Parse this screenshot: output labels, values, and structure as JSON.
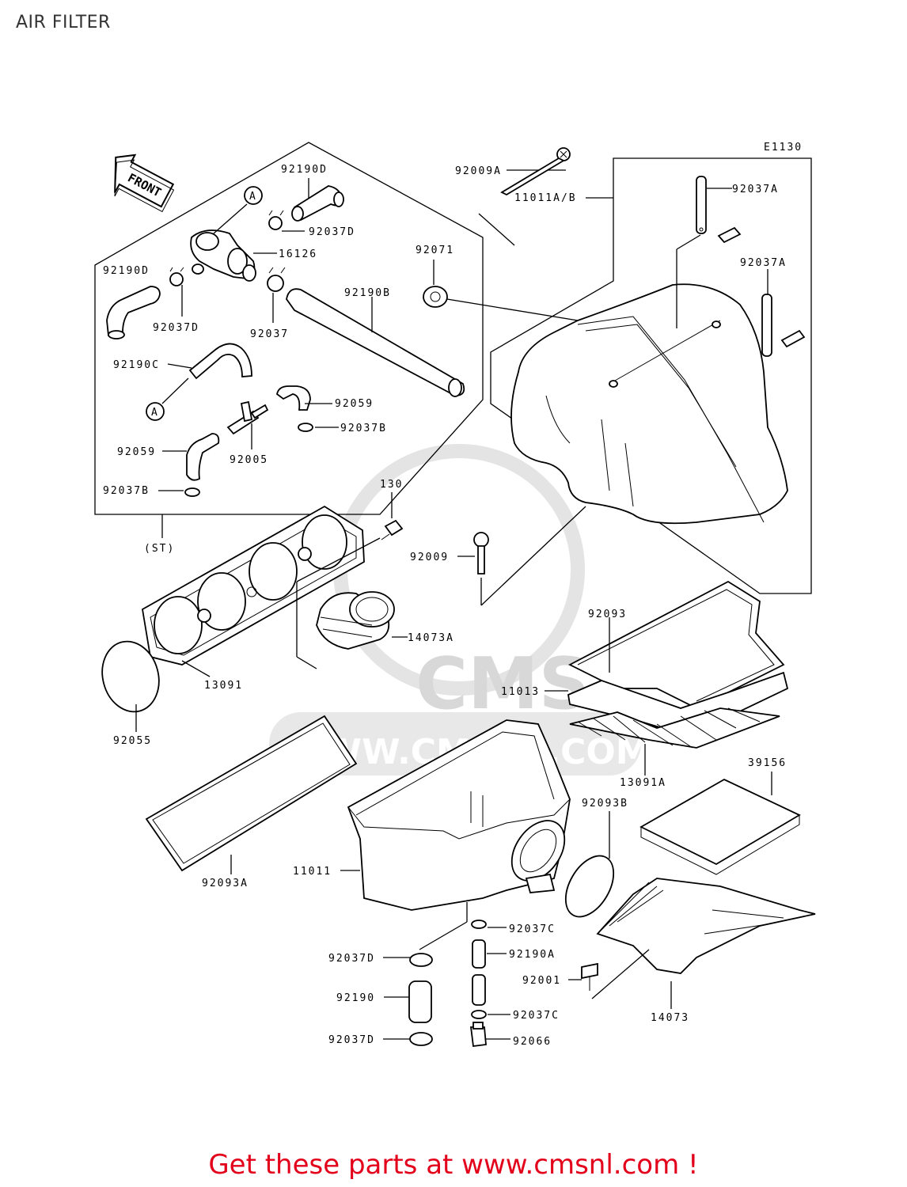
{
  "title": "AIR FILTER",
  "diagram_code": "E1130",
  "front_label": "FRONT",
  "ref_marker": "A",
  "footer": "Get these parts at www.cmsnl.com !",
  "watermark": {
    "brand": "CMS",
    "url": "WWW.CMSNL.COM"
  },
  "colors": {
    "footer": "#e3001b",
    "line": "#000000",
    "watermark": "#d8d8d8"
  },
  "parts": [
    {
      "id": "p1",
      "label": "92190D"
    },
    {
      "id": "p2",
      "label": "92037D"
    },
    {
      "id": "p3",
      "label": "16126"
    },
    {
      "id": "p4",
      "label": "92190D"
    },
    {
      "id": "p5",
      "label": "92037D"
    },
    {
      "id": "p6",
      "label": "92037"
    },
    {
      "id": "p7",
      "label": "92190B"
    },
    {
      "id": "p8",
      "label": "92190C"
    },
    {
      "id": "p9",
      "label": "92059"
    },
    {
      "id": "p10",
      "label": "92037B"
    },
    {
      "id": "p11",
      "label": "92059"
    },
    {
      "id": "p12",
      "label": "92005"
    },
    {
      "id": "p13",
      "label": "92037B"
    },
    {
      "id": "p14",
      "label": "(ST)"
    },
    {
      "id": "p15",
      "label": "92009A"
    },
    {
      "id": "p16",
      "label": "11011A/B"
    },
    {
      "id": "p17",
      "label": "92037A"
    },
    {
      "id": "p18",
      "label": "92071"
    },
    {
      "id": "p19",
      "label": "92037A"
    },
    {
      "id": "p20",
      "label": "130"
    },
    {
      "id": "p21",
      "label": "92009"
    },
    {
      "id": "p22",
      "label": "14073A"
    },
    {
      "id": "p23",
      "label": "13091"
    },
    {
      "id": "p24",
      "label": "92055"
    },
    {
      "id": "p25",
      "label": "92093"
    },
    {
      "id": "p26",
      "label": "11013"
    },
    {
      "id": "p27",
      "label": "13091A"
    },
    {
      "id": "p28",
      "label": "39156"
    },
    {
      "id": "p29",
      "label": "92093B"
    },
    {
      "id": "p30",
      "label": "92093A"
    },
    {
      "id": "p31",
      "label": "11011"
    },
    {
      "id": "p32",
      "label": "92037C"
    },
    {
      "id": "p33",
      "label": "92037D"
    },
    {
      "id": "p34",
      "label": "92190A"
    },
    {
      "id": "p35",
      "label": "92190"
    },
    {
      "id": "p36",
      "label": "92001"
    },
    {
      "id": "p37",
      "label": "92037C"
    },
    {
      "id": "p38",
      "label": "92037D"
    },
    {
      "id": "p39",
      "label": "92066"
    },
    {
      "id": "p40",
      "label": "14073"
    }
  ]
}
